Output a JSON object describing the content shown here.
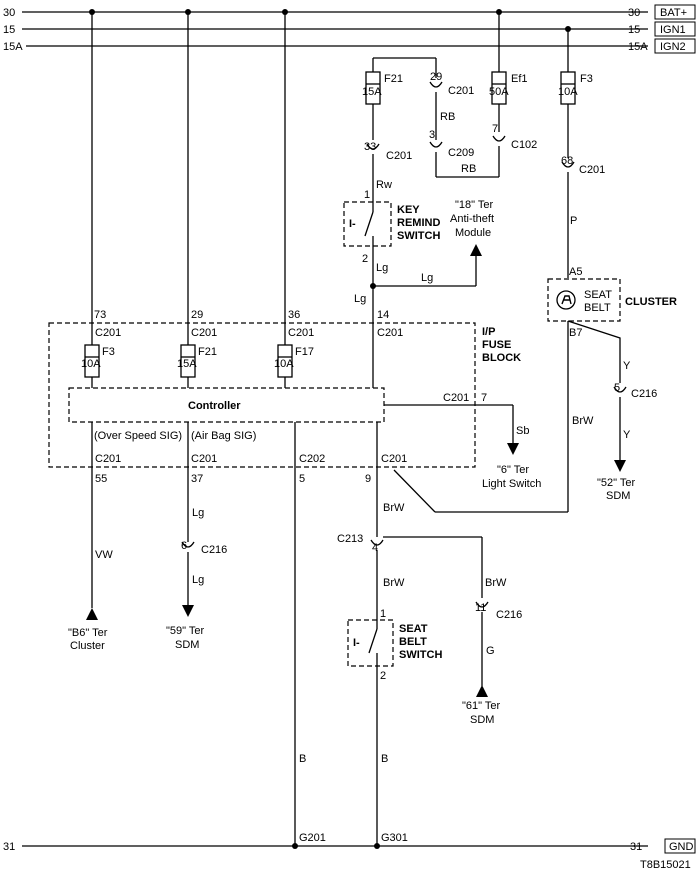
{
  "rails": [
    {
      "left": "30",
      "right": "30",
      "tag": "BAT+"
    },
    {
      "left": "15",
      "right": "15",
      "tag": "IGN1"
    },
    {
      "left": "15A",
      "right": "15A",
      "tag": "IGN2"
    }
  ],
  "ground": {
    "left": "31",
    "right": "31",
    "tag": "GND"
  },
  "fuses_top": [
    {
      "name": "F21",
      "rating": "15A"
    },
    {
      "name": "Ef1",
      "rating": "50A"
    },
    {
      "name": "F3",
      "rating": "10A"
    }
  ],
  "fuses_block": [
    {
      "name": "F3",
      "rating": "10A"
    },
    {
      "name": "F21",
      "rating": "15A"
    },
    {
      "name": "F17",
      "rating": "10A"
    }
  ],
  "connectors": {
    "c201_29": {
      "pin": "29",
      "name": "C201"
    },
    "c201_33": {
      "pin": "33",
      "name": "C201"
    },
    "c209_3": {
      "pin": "3",
      "name": "C209"
    },
    "c102_7": {
      "pin": "7",
      "name": "C102"
    },
    "c201_68": {
      "pin": "68",
      "name": "C201"
    },
    "blk_73": {
      "pin": "73",
      "name": "C201"
    },
    "blk_29": {
      "pin": "29",
      "name": "C201"
    },
    "blk_36": {
      "pin": "36",
      "name": "C201"
    },
    "blk_14": {
      "pin": "14",
      "name": "C201"
    },
    "blk_7": {
      "pin": "7",
      "name": "C201"
    },
    "blk_55": {
      "pin": "55",
      "name": "C201"
    },
    "blk_37": {
      "pin": "37",
      "name": "C201"
    },
    "blk_5": {
      "pin": "5",
      "name": "C202"
    },
    "blk_9": {
      "pin": "9",
      "name": "C201"
    },
    "c216_6": {
      "pin": "6",
      "name": "C216"
    },
    "c213_4": {
      "pin": "4",
      "name": "C213"
    },
    "c216_11": {
      "pin": "11",
      "name": "C216"
    },
    "c216_5": {
      "pin": "5",
      "name": "C216"
    }
  },
  "wire_colors": {
    "rb1": "RB",
    "rb2": "RB",
    "rw": "Rw",
    "lg_switch": "Lg",
    "lg_horizontal": "Lg",
    "lg_block": "Lg",
    "p": "P",
    "y1": "Y",
    "y2": "Y",
    "brw_right": "BrW",
    "sb": "Sb",
    "lg_sdm1": "Lg",
    "lg_sdm2": "Lg",
    "vw": "VW",
    "brw_seat1": "BrW",
    "brw_seat2": "BrW",
    "brw_sdm": "BrW",
    "g": "G",
    "b1": "B",
    "b2": "B"
  },
  "key_remind_switch": {
    "title1": "KEY",
    "title2": "REMIND",
    "title3": "SWITCH",
    "pin_top": "1",
    "pin_bottom": "2",
    "symbol": "I-"
  },
  "seat_belt_switch": {
    "title1": "SEAT",
    "title2": "BELT",
    "title3": "SWITCH",
    "pin_top": "1",
    "pin_bottom": "2",
    "symbol": "I-"
  },
  "cluster": {
    "title": "CLUSTER",
    "pin_in": "A5",
    "pin_out": "B7",
    "lamp1": "SEAT",
    "lamp2": "BELT"
  },
  "fuse_block": {
    "title1": "I/P",
    "title2": "FUSE",
    "title3": "BLOCK",
    "controller": "Controller",
    "sig_overspeed": "(Over Speed SIG)",
    "sig_airbag": "(Air Bag SIG)"
  },
  "destinations": {
    "anti_theft": {
      "line1": "\"18\" Ter",
      "line2": "Anti-theft",
      "line3": "Module"
    },
    "light_switch": {
      "line1": "\"6\" Ter",
      "line2": "Light Switch"
    },
    "sdm_52": {
      "line1": "\"52\" Ter",
      "line2": "SDM"
    },
    "cluster_b6": {
      "line1": "\"B6\" Ter",
      "line2": "Cluster"
    },
    "sdm_59": {
      "line1": "\"59\" Ter",
      "line2": "SDM"
    },
    "sdm_61": {
      "line1": "\"61\" Ter",
      "line2": "SDM"
    }
  },
  "grounds": {
    "g201": "G201",
    "g301": "G301"
  },
  "figure_id": "T8B15021"
}
